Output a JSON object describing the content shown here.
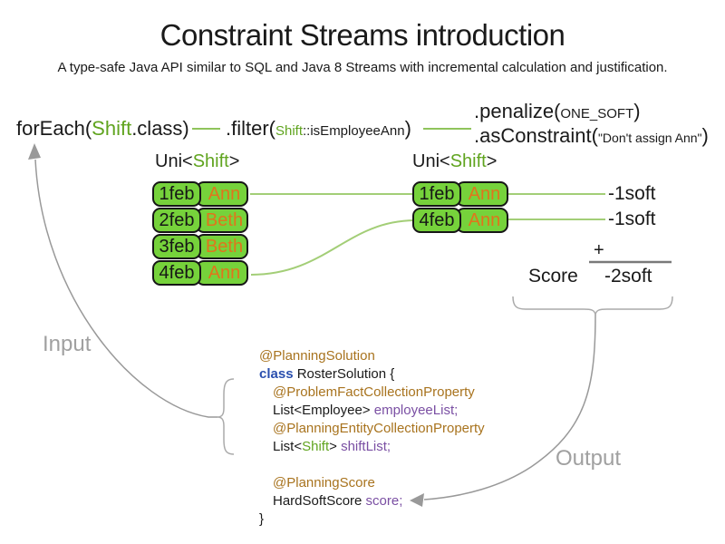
{
  "title": "Constraint Streams introduction",
  "subtitle": "A type-safe Java API similar to SQL and Java 8 Streams with incremental calculation and justification.",
  "pipeline": {
    "foreach": {
      "pre": "forEach(",
      "type": "Shift",
      "post": ".class)"
    },
    "filter": {
      "pre": ".filter(",
      "arg_type": "Shift",
      "arg_rest": "::isEmployeeAnn",
      "post": ")"
    },
    "penalize": {
      "pre": ".penalize(",
      "arg": "ONE_SOFT",
      "post": ")"
    },
    "asconstraint": {
      "pre": ".asConstraint(",
      "arg": "\"Don't assign Ann\"",
      "post": ")"
    }
  },
  "left_stream": {
    "label_pre": "Uni<",
    "label_type": "Shift",
    "label_post": ">",
    "rows": [
      {
        "date": "1feb",
        "name": "Ann"
      },
      {
        "date": "2feb",
        "name": "Beth"
      },
      {
        "date": "3feb",
        "name": "Beth"
      },
      {
        "date": "4feb",
        "name": "Ann"
      }
    ]
  },
  "right_stream": {
    "label_pre": "Uni<",
    "label_type": "Shift",
    "label_post": ">",
    "rows": [
      {
        "date": "1feb",
        "name": "Ann"
      },
      {
        "date": "4feb",
        "name": "Ann"
      }
    ]
  },
  "penalties": [
    "-1soft",
    "-1soft"
  ],
  "score": {
    "plus": "+",
    "label": "Score",
    "value": "-2soft"
  },
  "labels": {
    "input": "Input",
    "output": "Output"
  },
  "code": {
    "lines": [
      {
        "indent": 0,
        "segments": [
          {
            "text": "@PlanningSolution",
            "color": "annotation"
          }
        ]
      },
      {
        "indent": 0,
        "segments": [
          {
            "text": "class",
            "color": "keyword",
            "bold": true
          },
          {
            "text": " RosterSolution {",
            "color": "plain"
          }
        ]
      },
      {
        "indent": 1,
        "segments": [
          {
            "text": "@ProblemFactCollectionProperty",
            "color": "annotation"
          }
        ]
      },
      {
        "indent": 1,
        "segments": [
          {
            "text": "List<Employee> ",
            "color": "plain"
          },
          {
            "text": "employeeList;",
            "color": "field"
          }
        ]
      },
      {
        "indent": 1,
        "segments": [
          {
            "text": "@PlanningEntityCollectionProperty",
            "color": "annotation"
          }
        ]
      },
      {
        "indent": 1,
        "segments": [
          {
            "text": "List<",
            "color": "plain"
          },
          {
            "text": "Shift",
            "color": "type"
          },
          {
            "text": "> ",
            "color": "plain"
          },
          {
            "text": "shiftList;",
            "color": "field"
          }
        ]
      },
      {
        "indent": 0,
        "segments": []
      },
      {
        "indent": 1,
        "segments": [
          {
            "text": "@PlanningScore",
            "color": "annotation"
          }
        ]
      },
      {
        "indent": 1,
        "segments": [
          {
            "text": "HardSoftScore ",
            "color": "plain"
          },
          {
            "text": "score;",
            "color": "field"
          }
        ]
      },
      {
        "indent": 0,
        "segments": [
          {
            "text": "}",
            "color": "plain"
          }
        ]
      }
    ]
  },
  "colors": {
    "plain": "#1a1a1a",
    "annotation": "#a8731e",
    "keyword": "#2a4fae",
    "field": "#7a4fa3",
    "type": "#60a41f",
    "employee_orange": "#e0751c",
    "box_green": "#76d23b",
    "pipeline_connector_green": "#8fc45c",
    "stream_connector_green": "#a3ce77",
    "arrow_gray": "#999999",
    "sum_line_gray": "#7a7a7a"
  }
}
